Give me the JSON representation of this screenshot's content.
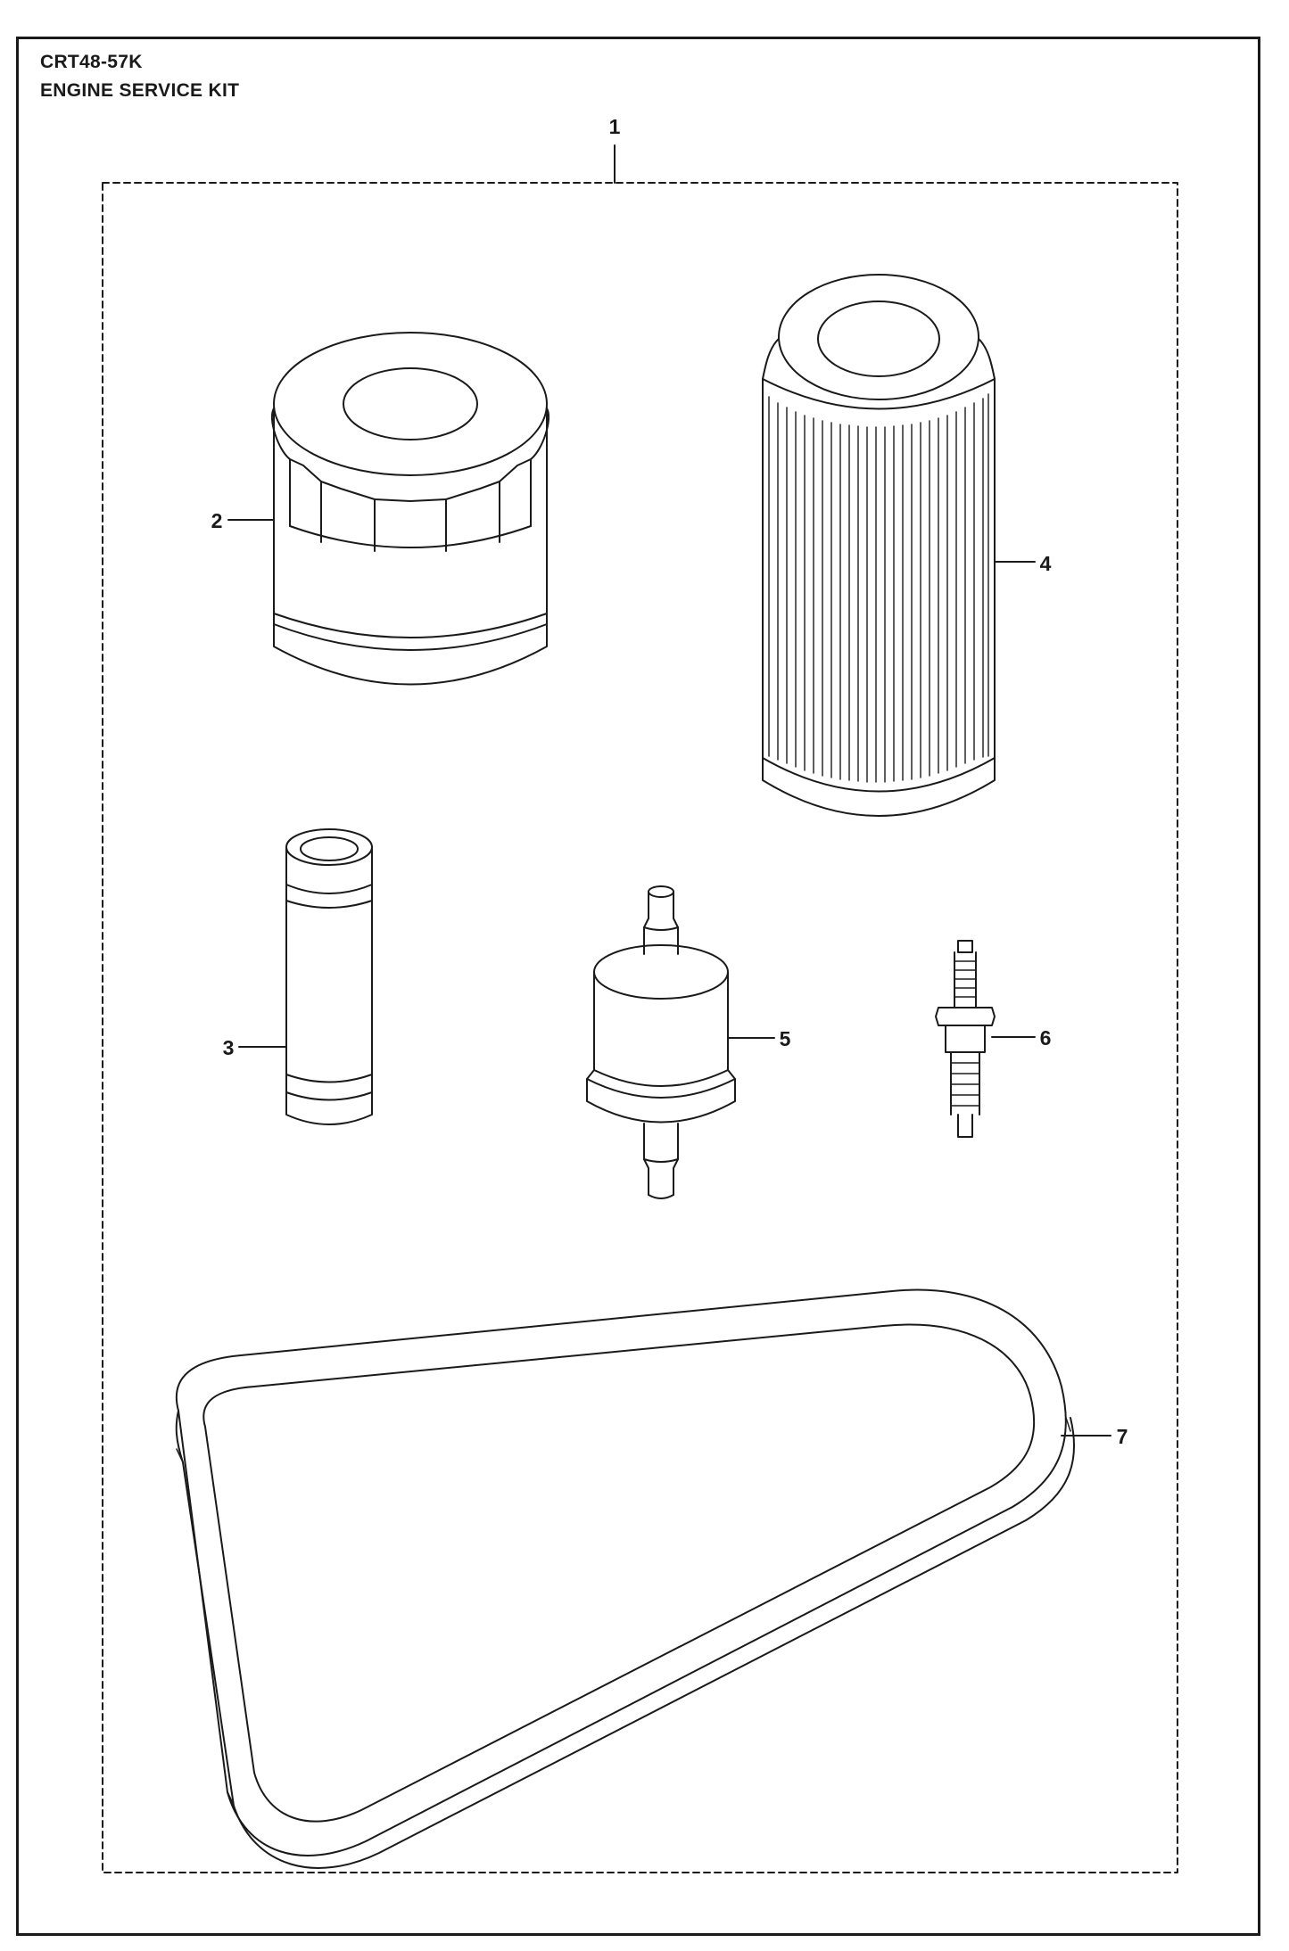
{
  "header": {
    "model": "CRT48-57K",
    "title": "ENGINE SERVICE KIT"
  },
  "callouts": [
    "1",
    "2",
    "3",
    "4",
    "5",
    "6",
    "7"
  ],
  "colors": {
    "line": "#1a1a1a",
    "background": "#ffffff"
  }
}
